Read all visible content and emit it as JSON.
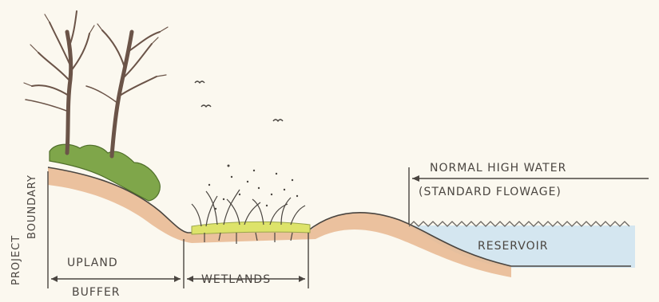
{
  "labels": {
    "project_boundary_line1": "PROJECT",
    "project_boundary_line2": "BOUNDARY",
    "upland": "UPLAND",
    "buffer": "BUFFER",
    "wetlands": "WETLANDS",
    "normal_high_water": "NORMAL HIGH WATER",
    "standard_flowage": "(STANDARD FLOWAGE)",
    "reservoir": "RESERVOIR"
  },
  "colors": {
    "paper": "#fbf8ef",
    "soil": "#e7b78f",
    "soil_edge": "#b9856a",
    "water": "#cfe3ef",
    "shrub": "#7fa64a",
    "marsh": "#dde36a",
    "ink": "#4a4540"
  }
}
